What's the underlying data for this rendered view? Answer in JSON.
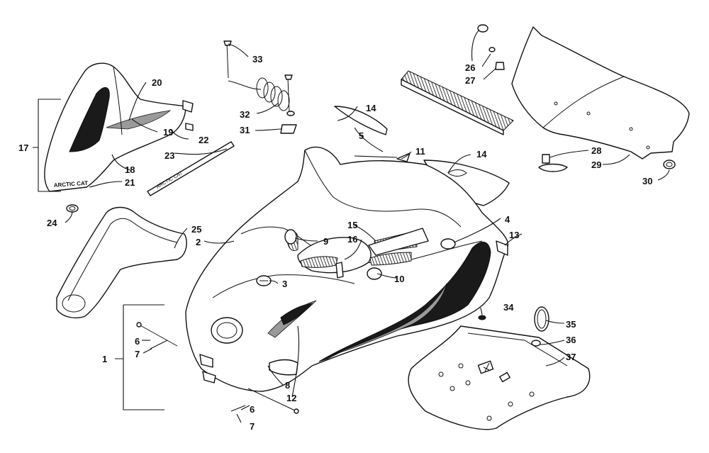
{
  "callouts": [
    {
      "id": "c1",
      "label": "1"
    },
    {
      "id": "c2",
      "label": "2"
    },
    {
      "id": "c3",
      "label": "3"
    },
    {
      "id": "c4",
      "label": "4"
    },
    {
      "id": "c5",
      "label": "5"
    },
    {
      "id": "c6a",
      "label": "6"
    },
    {
      "id": "c6b",
      "label": "6"
    },
    {
      "id": "c7a",
      "label": "7"
    },
    {
      "id": "c7b",
      "label": "7"
    },
    {
      "id": "c8",
      "label": "8"
    },
    {
      "id": "c9",
      "label": "9"
    },
    {
      "id": "c10",
      "label": "10"
    },
    {
      "id": "c11",
      "label": "11"
    },
    {
      "id": "c12",
      "label": "12"
    },
    {
      "id": "c13",
      "label": "13"
    },
    {
      "id": "c14a",
      "label": "14"
    },
    {
      "id": "c14b",
      "label": "14"
    },
    {
      "id": "c15",
      "label": "15"
    },
    {
      "id": "c16",
      "label": "16"
    },
    {
      "id": "c17",
      "label": "17"
    },
    {
      "id": "c18",
      "label": "18"
    },
    {
      "id": "c19",
      "label": "19"
    },
    {
      "id": "c20",
      "label": "20"
    },
    {
      "id": "c21",
      "label": "21"
    },
    {
      "id": "c22",
      "label": "22"
    },
    {
      "id": "c23",
      "label": "23"
    },
    {
      "id": "c24",
      "label": "24"
    },
    {
      "id": "c25",
      "label": "25"
    },
    {
      "id": "c26",
      "label": "26"
    },
    {
      "id": "c27",
      "label": "27"
    },
    {
      "id": "c28",
      "label": "28"
    },
    {
      "id": "c29",
      "label": "29"
    },
    {
      "id": "c30",
      "label": "30"
    },
    {
      "id": "c31",
      "label": "31"
    },
    {
      "id": "c32",
      "label": "32"
    },
    {
      "id": "c33",
      "label": "33"
    },
    {
      "id": "c34",
      "label": "34"
    },
    {
      "id": "c35",
      "label": "35"
    },
    {
      "id": "c36",
      "label": "36"
    },
    {
      "id": "c37",
      "label": "37"
    }
  ],
  "decals": {
    "side_decal_text": "ARCTIC CAT",
    "logo_text": "ARCTIC CAT"
  },
  "colors": {
    "line": "#111111",
    "background": "#ffffff",
    "graphic_dark": "#1a1a1a",
    "graphic_grey": "#9a9a9a"
  }
}
